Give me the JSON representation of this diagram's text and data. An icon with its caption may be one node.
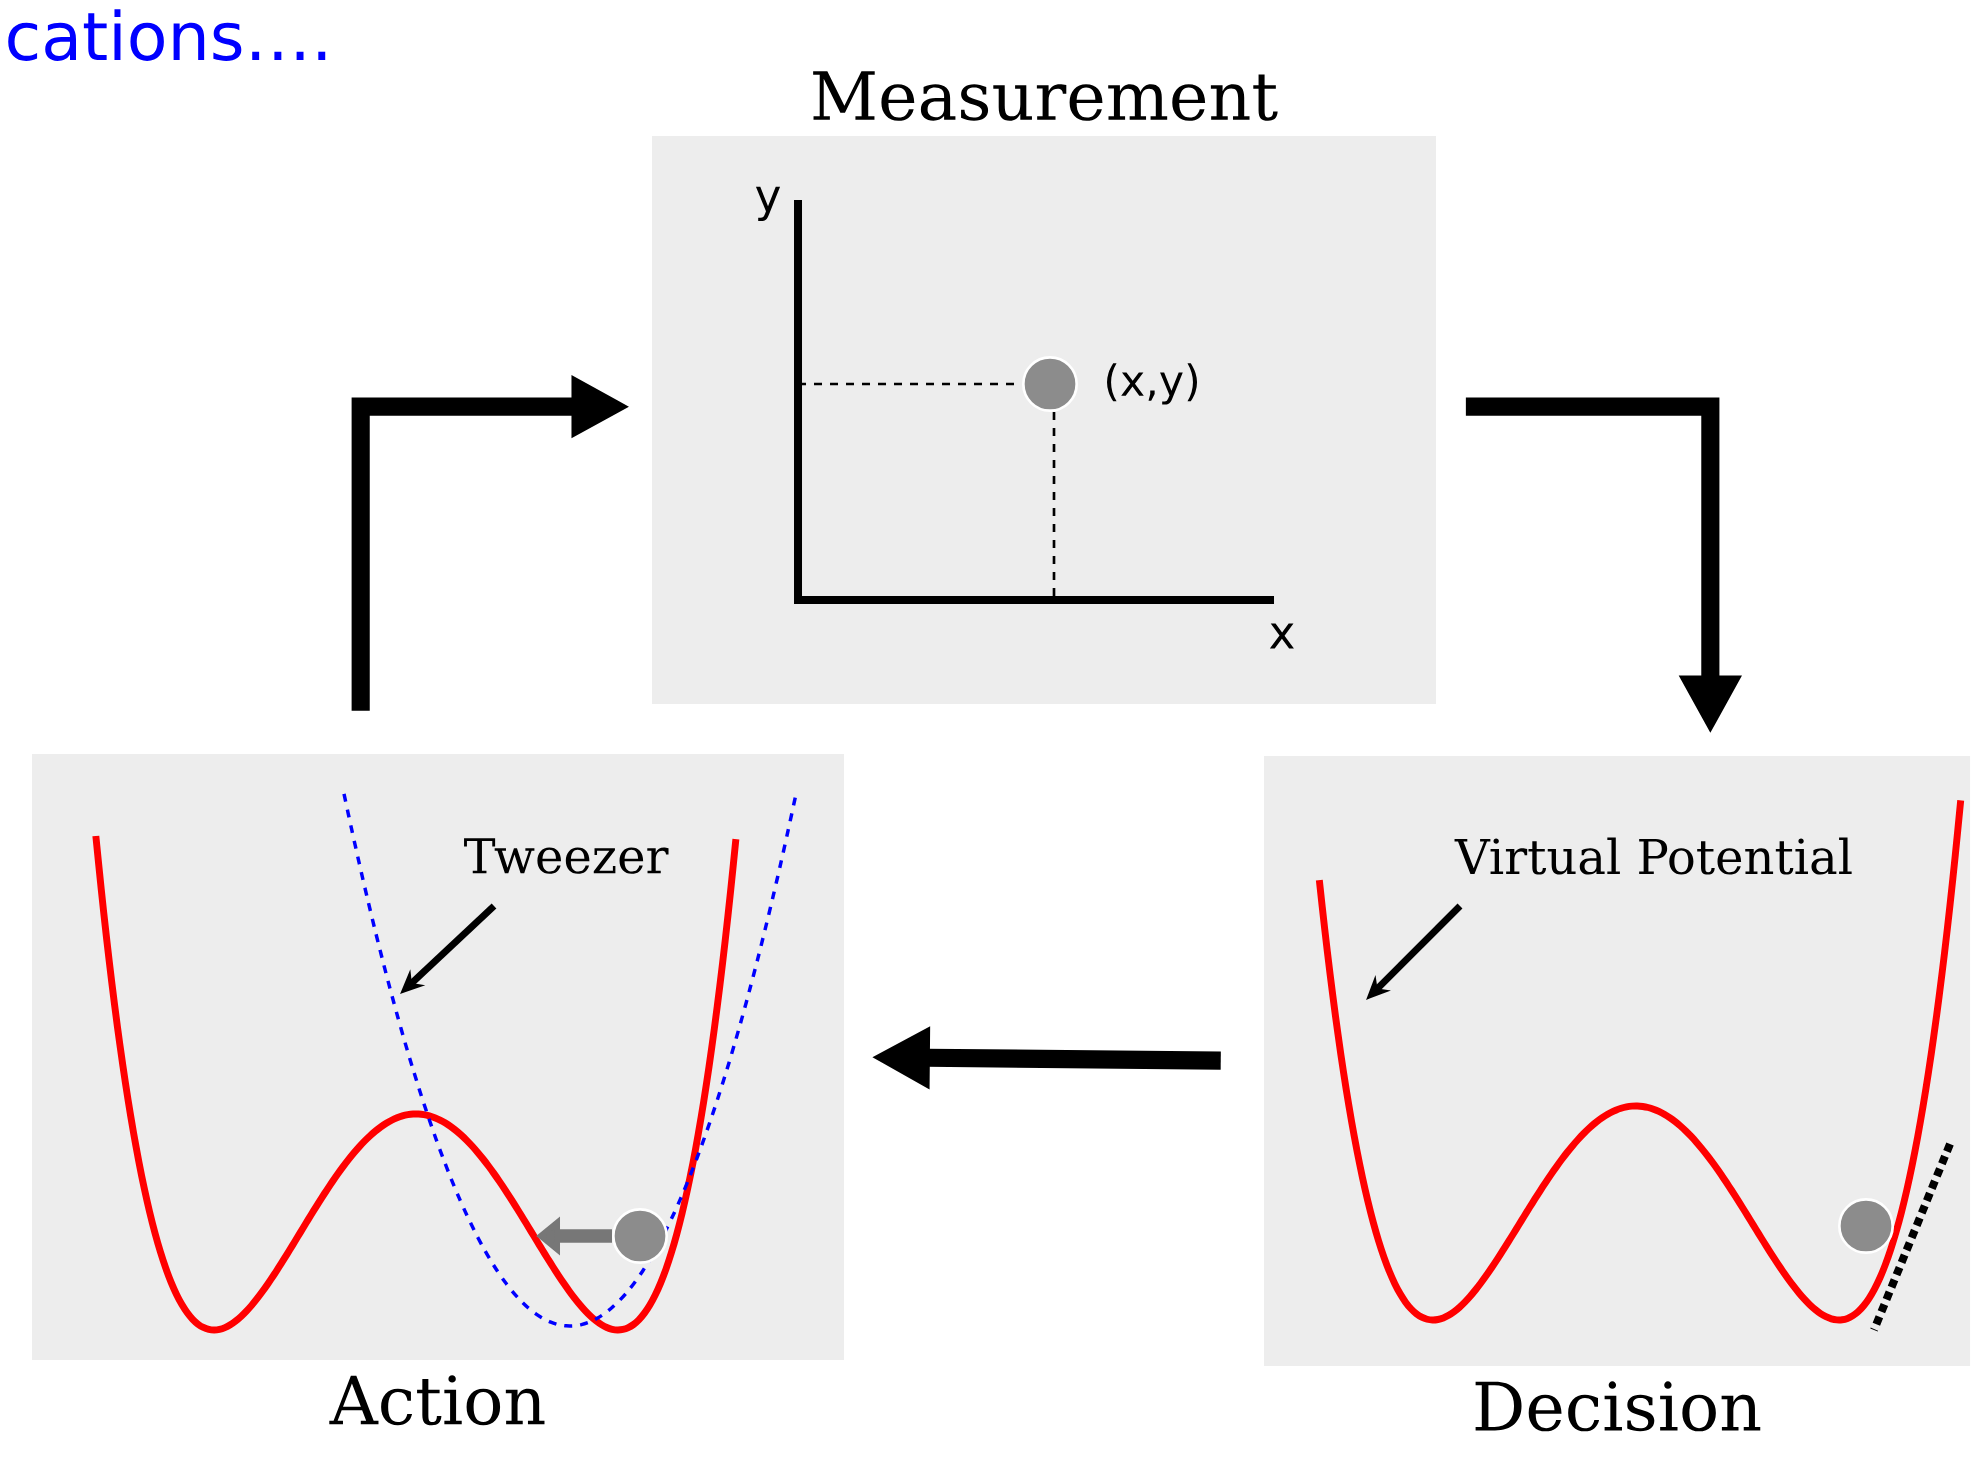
{
  "diagram": {
    "nodes": [
      {
        "text": [
          "Measurement"
        ]
      },
      {
        "text": [
          "Action"
        ]
      },
      {
        "text": [
          "Tweezer"
        ],
        "in": 1
      },
      {
        "text": [
          "Decision"
        ]
      },
      {
        "text": [
          "Virtual Potential"
        ],
        "in": 3
      }
    ],
    "edges": [
      {
        "from": 1,
        "to": 0,
        "arrow": "to"
      },
      {
        "from": 0,
        "to": 3,
        "arrow": "to"
      },
      {
        "from": 3,
        "to": 1,
        "arrow": "to"
      },
      {
        "from": 2,
        "to": null,
        "arrow": "to"
      },
      {
        "from": 4,
        "to": null,
        "arrow": "to"
      }
    ],
    "labels": [
      "cations….",
      "y",
      "(x,y)",
      "x"
    ]
  }
}
